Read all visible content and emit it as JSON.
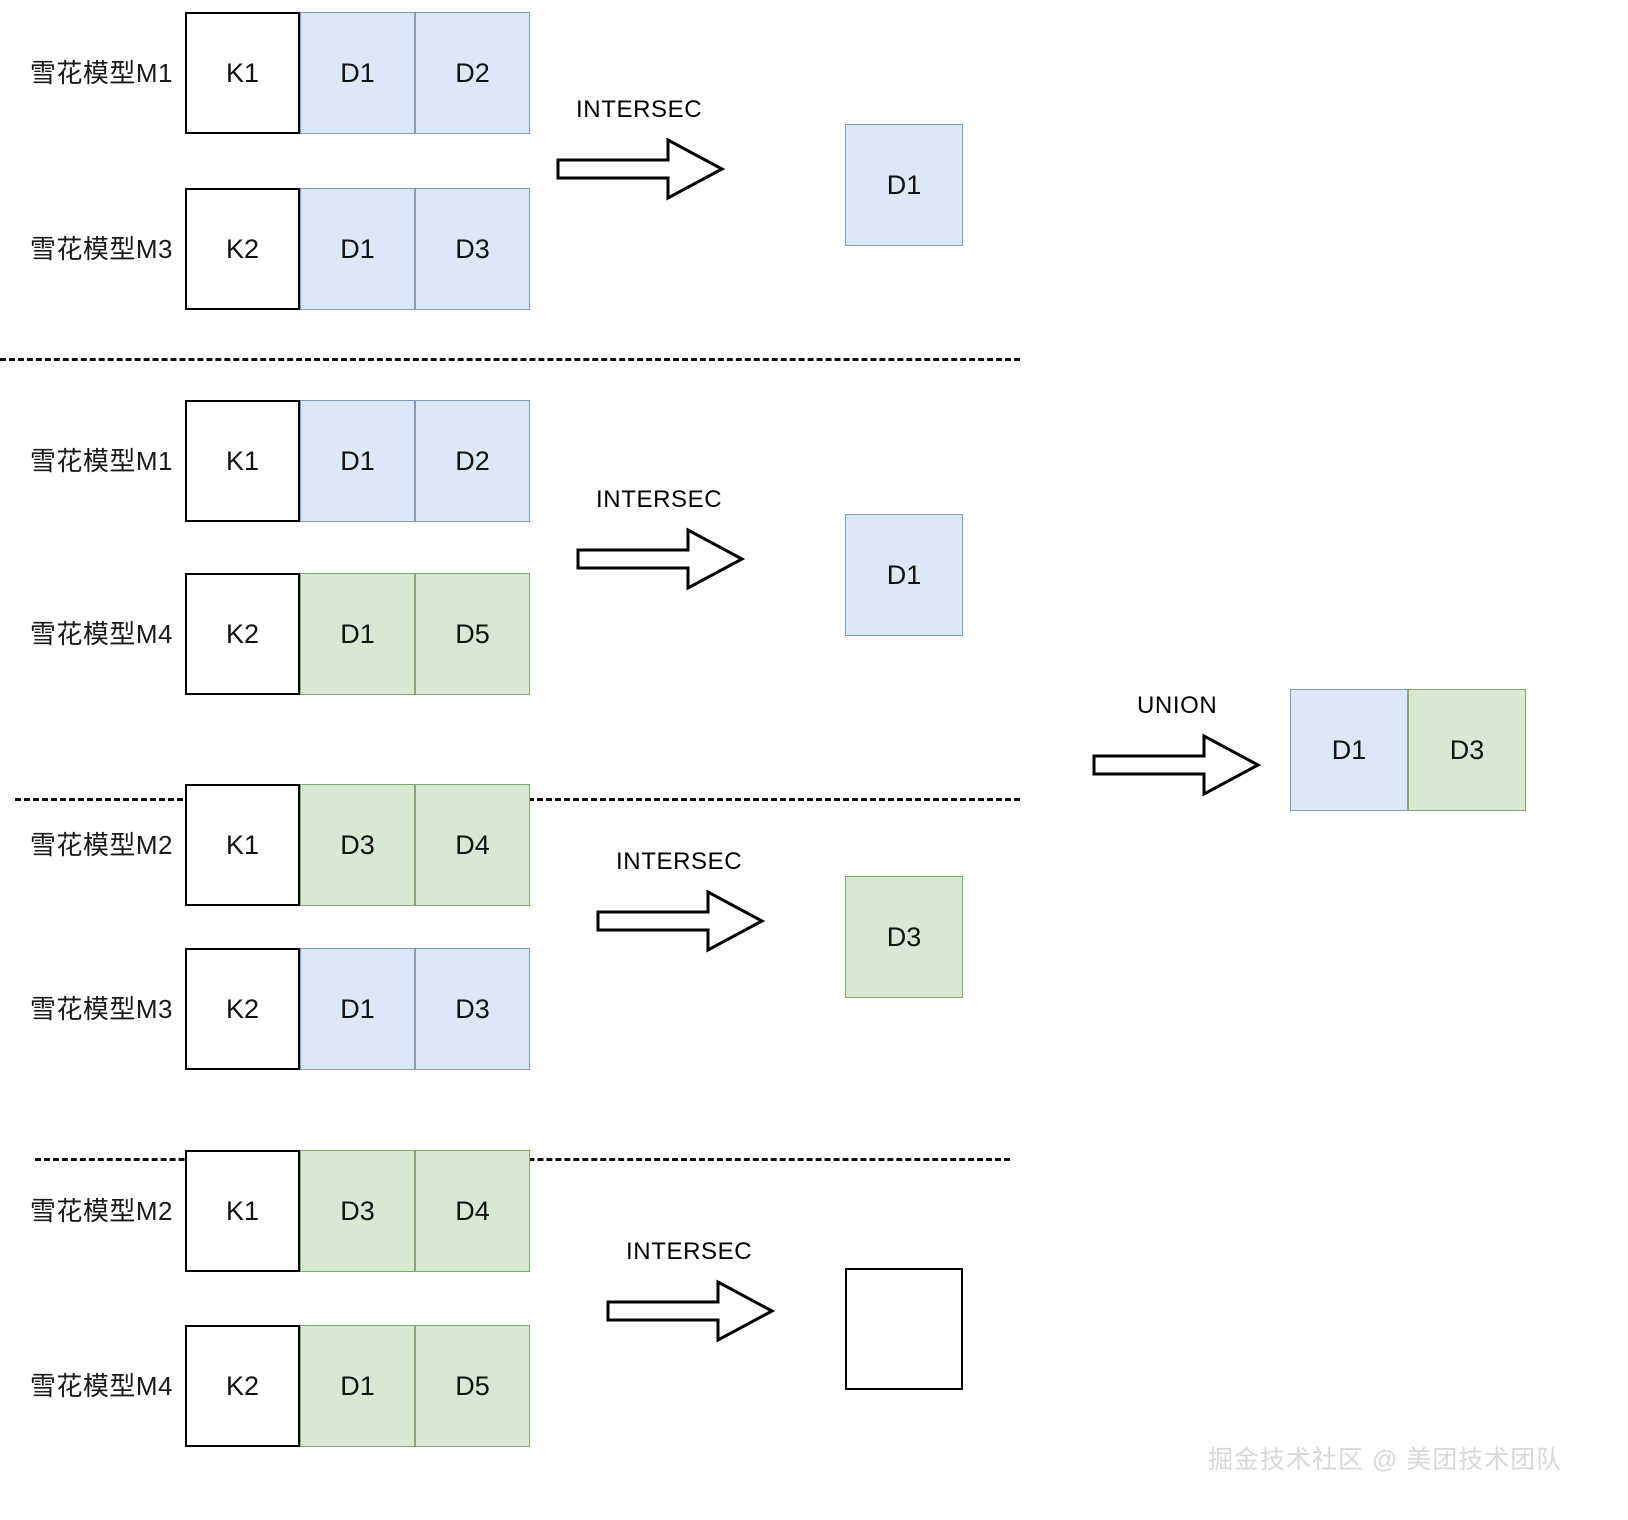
{
  "colors": {
    "blue_fill": "#dce7f8",
    "blue_border": "#7f9cc0",
    "green_fill": "#d9e8d3",
    "green_border": "#81a86d",
    "key_border": "#000000",
    "divider": "#111111",
    "watermark": "#d8d8d8"
  },
  "groups": [
    {
      "id": "group-1",
      "models": [
        {
          "label": "雪花模型M1",
          "cells": [
            {
              "text": "K1",
              "style": "key"
            },
            {
              "text": "D1",
              "style": "blue"
            },
            {
              "text": "D2",
              "style": "blue"
            }
          ]
        },
        {
          "label": "雪花模型M3",
          "cells": [
            {
              "text": "K2",
              "style": "key"
            },
            {
              "text": "D1",
              "style": "blue"
            },
            {
              "text": "D3",
              "style": "blue"
            }
          ]
        }
      ],
      "operation": "INTERSEC",
      "result": [
        {
          "text": "D1",
          "style": "blue"
        }
      ]
    },
    {
      "id": "group-2",
      "models": [
        {
          "label": "雪花模型M1",
          "cells": [
            {
              "text": "K1",
              "style": "key"
            },
            {
              "text": "D1",
              "style": "blue"
            },
            {
              "text": "D2",
              "style": "blue"
            }
          ]
        },
        {
          "label": "雪花模型M4",
          "cells": [
            {
              "text": "K2",
              "style": "key"
            },
            {
              "text": "D1",
              "style": "green"
            },
            {
              "text": "D5",
              "style": "green"
            }
          ]
        }
      ],
      "operation": "INTERSEC",
      "result": [
        {
          "text": "D1",
          "style": "blue"
        }
      ]
    },
    {
      "id": "group-3",
      "models": [
        {
          "label": "雪花模型M2",
          "cells": [
            {
              "text": "K1",
              "style": "key"
            },
            {
              "text": "D3",
              "style": "green"
            },
            {
              "text": "D4",
              "style": "green"
            }
          ]
        },
        {
          "label": "雪花模型M3",
          "cells": [
            {
              "text": "K2",
              "style": "key"
            },
            {
              "text": "D1",
              "style": "blue"
            },
            {
              "text": "D3",
              "style": "blue"
            }
          ]
        }
      ],
      "operation": "INTERSEC",
      "result": [
        {
          "text": "D3",
          "style": "green"
        }
      ]
    },
    {
      "id": "group-4",
      "models": [
        {
          "label": "雪花模型M2",
          "cells": [
            {
              "text": "K1",
              "style": "key"
            },
            {
              "text": "D3",
              "style": "green"
            },
            {
              "text": "D4",
              "style": "green"
            }
          ]
        },
        {
          "label": "雪花模型M4",
          "cells": [
            {
              "text": "K2",
              "style": "key"
            },
            {
              "text": "D1",
              "style": "green"
            },
            {
              "text": "D5",
              "style": "green"
            }
          ]
        }
      ],
      "operation": "INTERSEC",
      "result": [
        {
          "text": "",
          "style": "empty"
        }
      ]
    }
  ],
  "union": {
    "operation": "UNION",
    "result": [
      {
        "text": "D1",
        "style": "blue"
      },
      {
        "text": "D3",
        "style": "green"
      }
    ]
  },
  "watermark": "掘金技术社区 @ 美团技术团队"
}
